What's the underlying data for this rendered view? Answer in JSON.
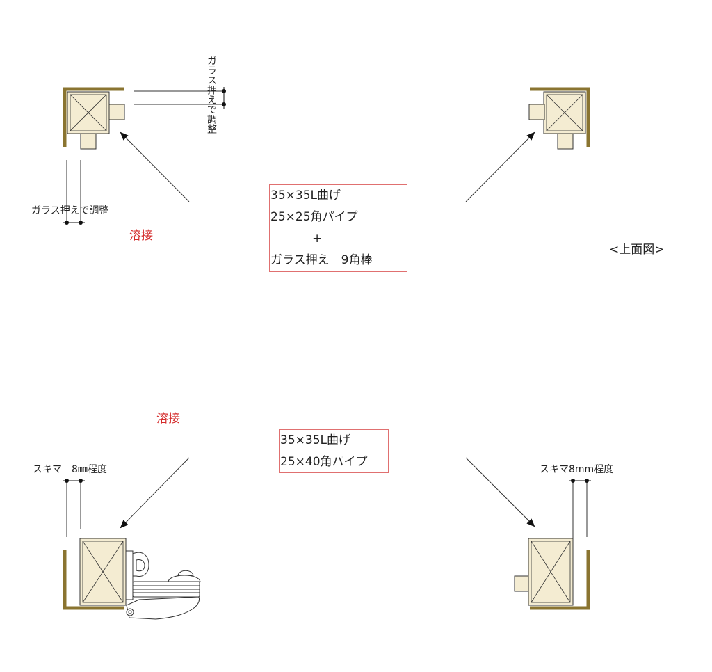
{
  "labels": {
    "glass_adjust_vertical": "ガラス押えで調整",
    "glass_adjust_horizontal": "ガラス押えで調整",
    "weld_top": "溶接",
    "weld_bottom": "溶接",
    "top_view": "<上面図>",
    "gap_left": "スキマ　8㎜程度",
    "gap_right": "スキマ8mm程度"
  },
  "box_top": {
    "line1": "35×35L曲げ",
    "line2": "25×25角パイプ",
    "line3": "+",
    "line4": "ガラス押え　9角棒"
  },
  "box_bottom": {
    "line1": "35×35L曲げ",
    "line2": "25×40角パイプ"
  },
  "colors": {
    "angle": "#8a7430",
    "pipe_fill": "#f4ecd2",
    "pipe_stroke": "#333333",
    "weld_text": "#d42a2a",
    "box_border": "#e07070",
    "line": "#333333"
  }
}
